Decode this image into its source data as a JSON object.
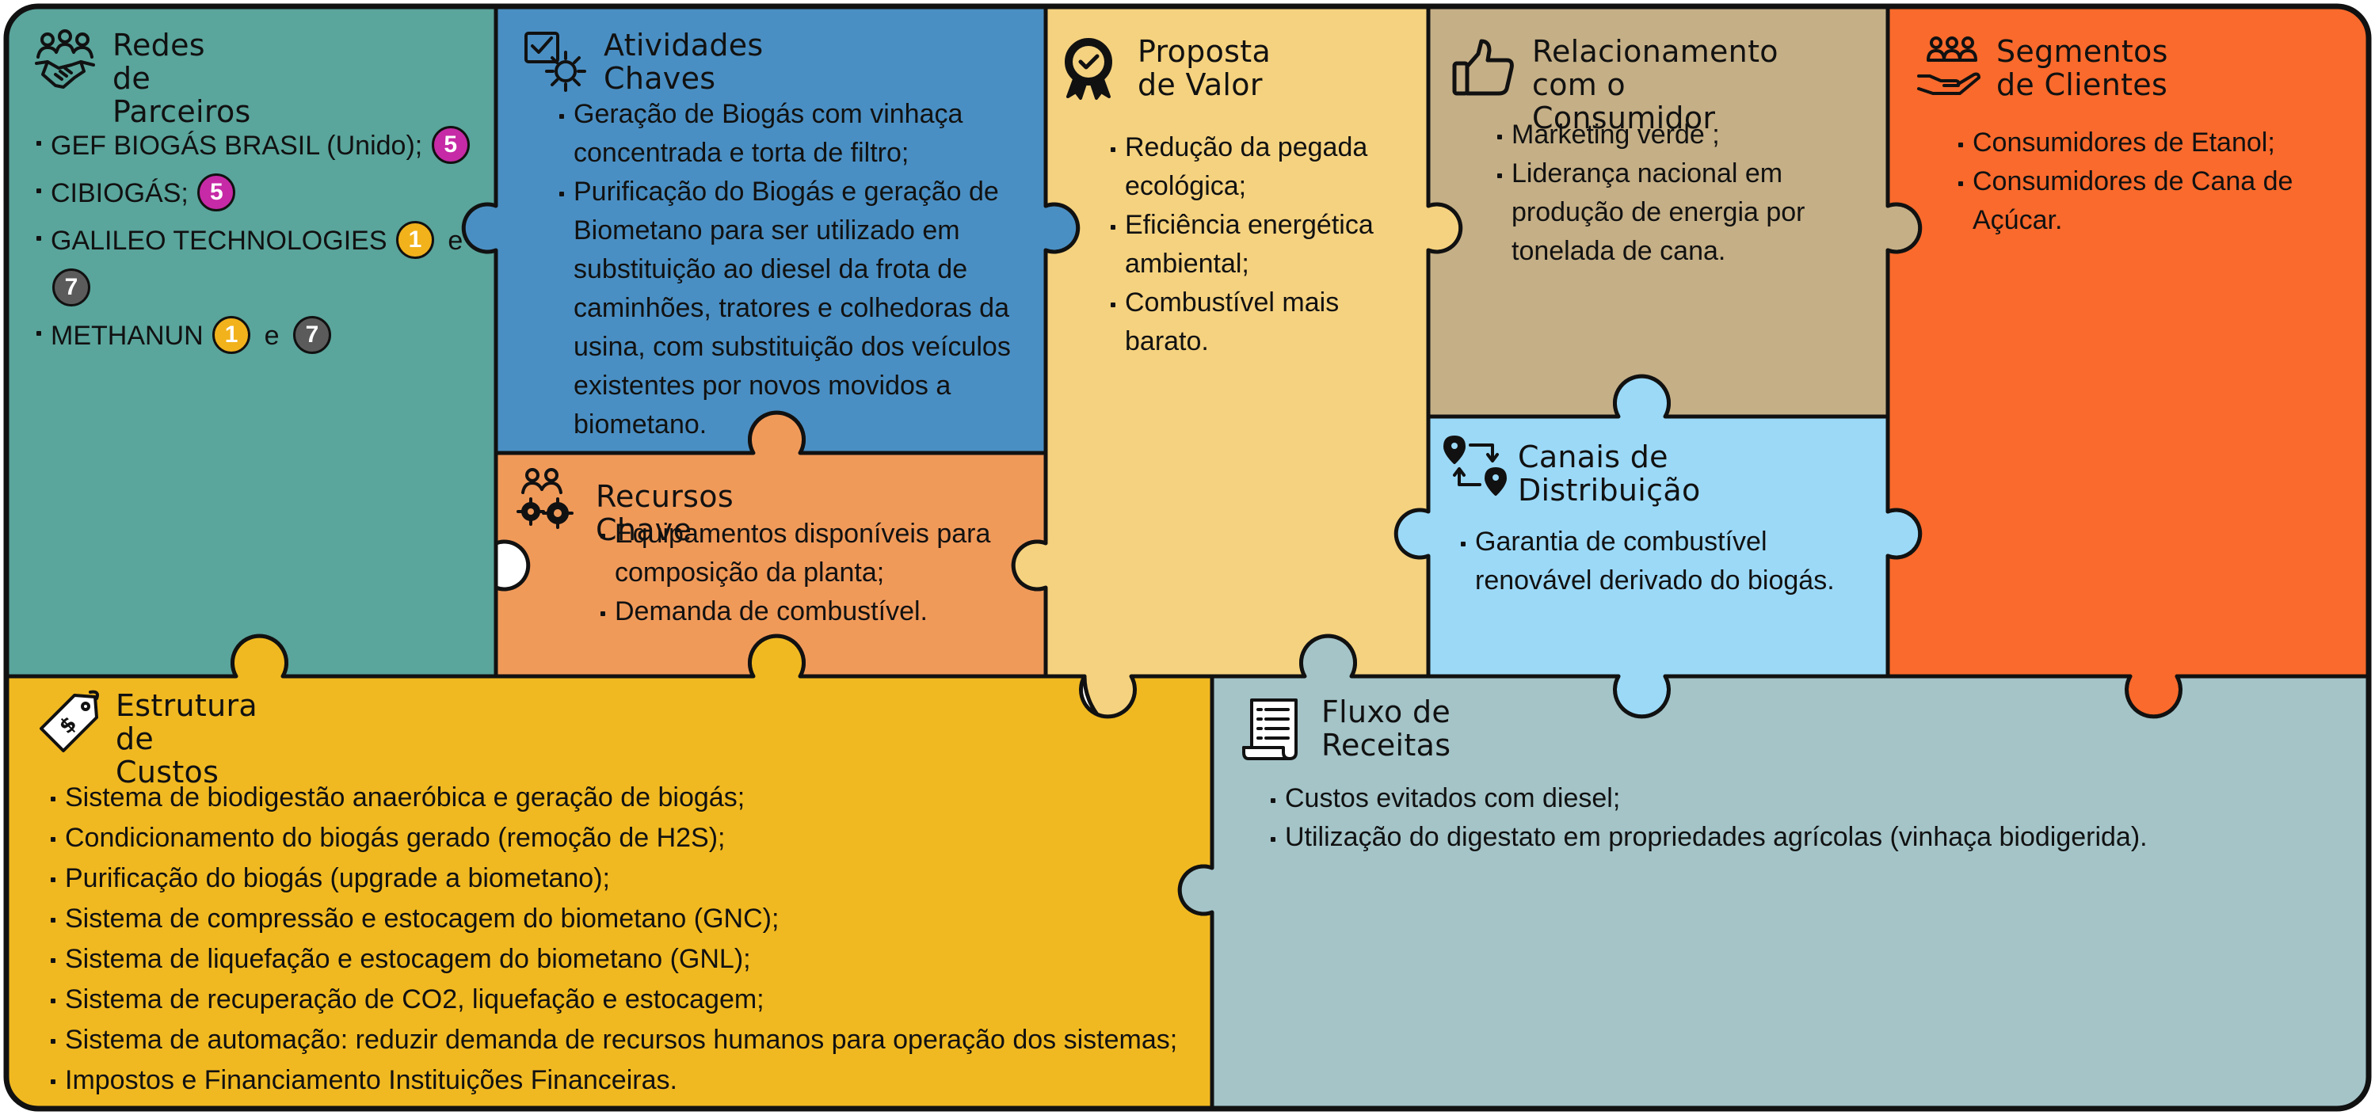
{
  "colors": {
    "parceiros": "#5aa59c",
    "atividades": "#4a8fc3",
    "recursos": "#f09a5a",
    "proposta": "#f5d27f",
    "relacionamento": "#c5af86",
    "canais": "#9bd9f7",
    "segmentos": "#f96a2c",
    "custos": "#f1b921",
    "receitas": "#a4c4c8",
    "badge_5": "#c62aa6",
    "badge_1": "#f2b21c",
    "badge_7": "#5b5b5b"
  },
  "blocks": {
    "parceiros": {
      "icon": "handshake-people-icon",
      "title": [
        "Redes de",
        "Parceiros"
      ],
      "items": [
        {
          "text": "GEF BIOGÁS BRASIL (Unido);",
          "badges": [
            "5"
          ],
          "connector": ""
        },
        {
          "text": "CIBIOGÁS;",
          "badges": [
            "5"
          ],
          "connector": ""
        },
        {
          "text": "GALILEO TECHNOLOGIES",
          "badges": [
            "1",
            "7"
          ],
          "connector": "e"
        },
        {
          "text": "METHANUN",
          "badges": [
            "1",
            "7"
          ],
          "connector": "e"
        }
      ]
    },
    "atividades": {
      "icon": "checklist-gear-icon",
      "title": [
        "Atividades Chaves"
      ],
      "items": [
        "Geração de Biogás com vinhaça concentrada e torta de filtro;",
        "Purificação do Biogás e geração de Biometano para ser utilizado em substituição ao diesel da frota de caminhões, tratores e colhedoras da usina, com substituição dos veículos existentes por novos movidos a biometano."
      ]
    },
    "recursos": {
      "icon": "people-gears-icon",
      "title": [
        "Recursos Chave"
      ],
      "items": [
        "Equipamentos disponíveis para composição da planta;",
        "Demanda de combustível."
      ]
    },
    "proposta": {
      "icon": "award-badge-icon",
      "title": [
        "Proposta",
        "de Valor"
      ],
      "items": [
        "Redução da pegada ecológica;",
        "Eficiência energética ambiental;",
        "Combustível mais barato."
      ]
    },
    "relacionamento": {
      "icon": "thumbs-up-icon",
      "title": [
        "Relacionamento",
        "com o Consumidor"
      ],
      "items": [
        "Marketing verde ;",
        "Liderança nacional em produção de energia por tonelada de cana."
      ]
    },
    "canais": {
      "icon": "route-pins-icon",
      "title": [
        "Canais de Distribuição"
      ],
      "items": [
        "Garantia de combustível renovável derivado do biogás."
      ]
    },
    "segmentos": {
      "icon": "people-hand-icon",
      "title": [
        "Segmentos",
        "de Clientes"
      ],
      "items": [
        "Consumidores de Etanol;",
        "Consumidores de Cana de Açúcar."
      ]
    },
    "custos": {
      "icon": "price-tag-icon",
      "title": [
        "Estrutura",
        "de Custos"
      ],
      "items": [
        "Sistema de biodigestão anaeróbica e geração de biogás;",
        "Condicionamento do biogás gerado (remoção de H2S);",
        "Purificação do biogás (upgrade a biometano);",
        "Sistema de compressão e estocagem do biometano (GNC);",
        "Sistema de liquefação e estocagem do biometano (GNL);",
        "Sistema de recuperação de CO2, liquefação e estocagem;",
        "Sistema de automação: reduzir demanda de recursos humanos para operação dos sistemas;",
        "Impostos e Financiamento Instituições Financeiras."
      ]
    },
    "receitas": {
      "icon": "document-list-icon",
      "title": [
        "Fluxo de",
        "Receitas"
      ],
      "items": [
        "Custos evitados com diesel;",
        "Utilização do digestato em propriedades agrícolas (vinhaça biodigerida)."
      ]
    }
  }
}
